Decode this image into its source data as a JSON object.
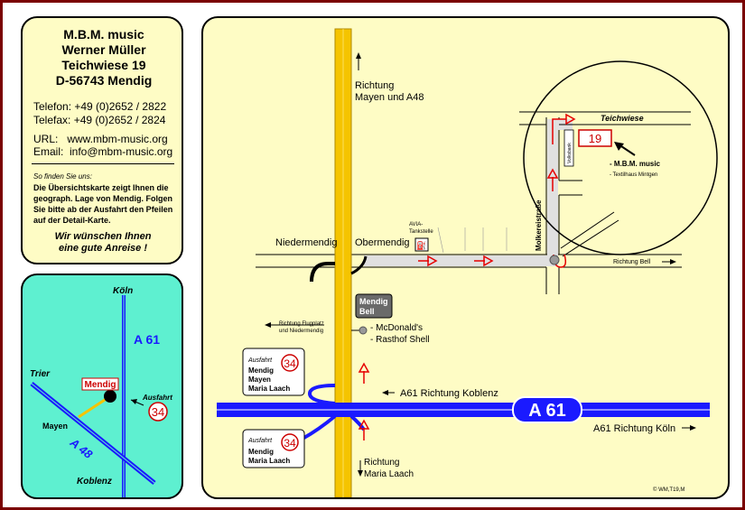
{
  "info": {
    "company": "M.B.M.  music",
    "owner": "Werner Müller",
    "street": "Teichwiese 19",
    "city": "D-56743 Mendig",
    "telefon": "Telefon: +49 (0)2652 / 2822",
    "telefax": "Telefax: +49 (0)2652 / 2824",
    "url": "URL:   www.mbm-music.org",
    "email": "Email:  info@mbm-music.org",
    "so_finden": "So finden Sie uns:",
    "description": "Die Übersichtskarte zeigt Ihnen die geograph. Lage von Mendig. Folgen Sie bitte ab der Ausfahrt den Pfeilen auf der Detail-Karte.",
    "wish_line1": "Wir wünschen Ihnen",
    "wish_line2": "eine gute Anreise !"
  },
  "overview": {
    "koeln": "Köln",
    "a61": "A 61",
    "trier": "Trier",
    "mendig": "Mendig",
    "ausfahrt": "Ausfahrt",
    "exit_number": "34",
    "mayen": "Mayen",
    "a48": "A 48",
    "koblenz": "Koblenz"
  },
  "main": {
    "richtung_mayen_1": "Richtung",
    "richtung_mayen_2": "Mayen und A48",
    "niedermendig": "Niedermendig",
    "obermendig": "Obermendig",
    "avia_1": "AVIA-",
    "avia_2": "Tankstelle",
    "molkereistrasse": "Molkereistraße",
    "teichwiese": "Teichwiese",
    "house_number": "19",
    "volksbank": "Volksbank",
    "mbm_label": "- M.B.M. music",
    "textilhaus": "- Textilhaus Mintgen",
    "richtung_bell": "Richtung Bell",
    "mendig_bell_1": "Mendig",
    "mendig_bell_2": "Bell",
    "flugplatz_1": "Richtung Flugplatz",
    "flugplatz_2": "und Niedermendig",
    "mcdonalds": "- McDonald's",
    "rasthof": "- Rasthof Shell",
    "ausfahrt_top_title": "Ausfahrt",
    "ausfahrt_top_number": "34",
    "ausfahrt_top_line1": "Mendig",
    "ausfahrt_top_line2": "Mayen",
    "ausfahrt_top_line3": "Maria Laach",
    "a61_koblenz": "A61 Richtung Koblenz",
    "a61_sign": "A 61",
    "a61_koeln": "A61 Richtung Köln",
    "ausfahrt_bottom_title": "Ausfahrt",
    "ausfahrt_bottom_number": "34",
    "ausfahrt_bottom_line1": "Mendig",
    "ausfahrt_bottom_line2": "Maria Laach",
    "richtung_laach_1": "Richtung",
    "richtung_laach_2": "Maria Laach",
    "copyright": "© WM,T19,M"
  },
  "colors": {
    "frame": "#7a0000",
    "panel_bg": "#fefcc5",
    "overview_bg": "#5ef0d0",
    "autobahn": "#1a1aff",
    "b_road": "#f5c400",
    "route_red": "#e60000",
    "route_fill": "#e0e0e0"
  }
}
